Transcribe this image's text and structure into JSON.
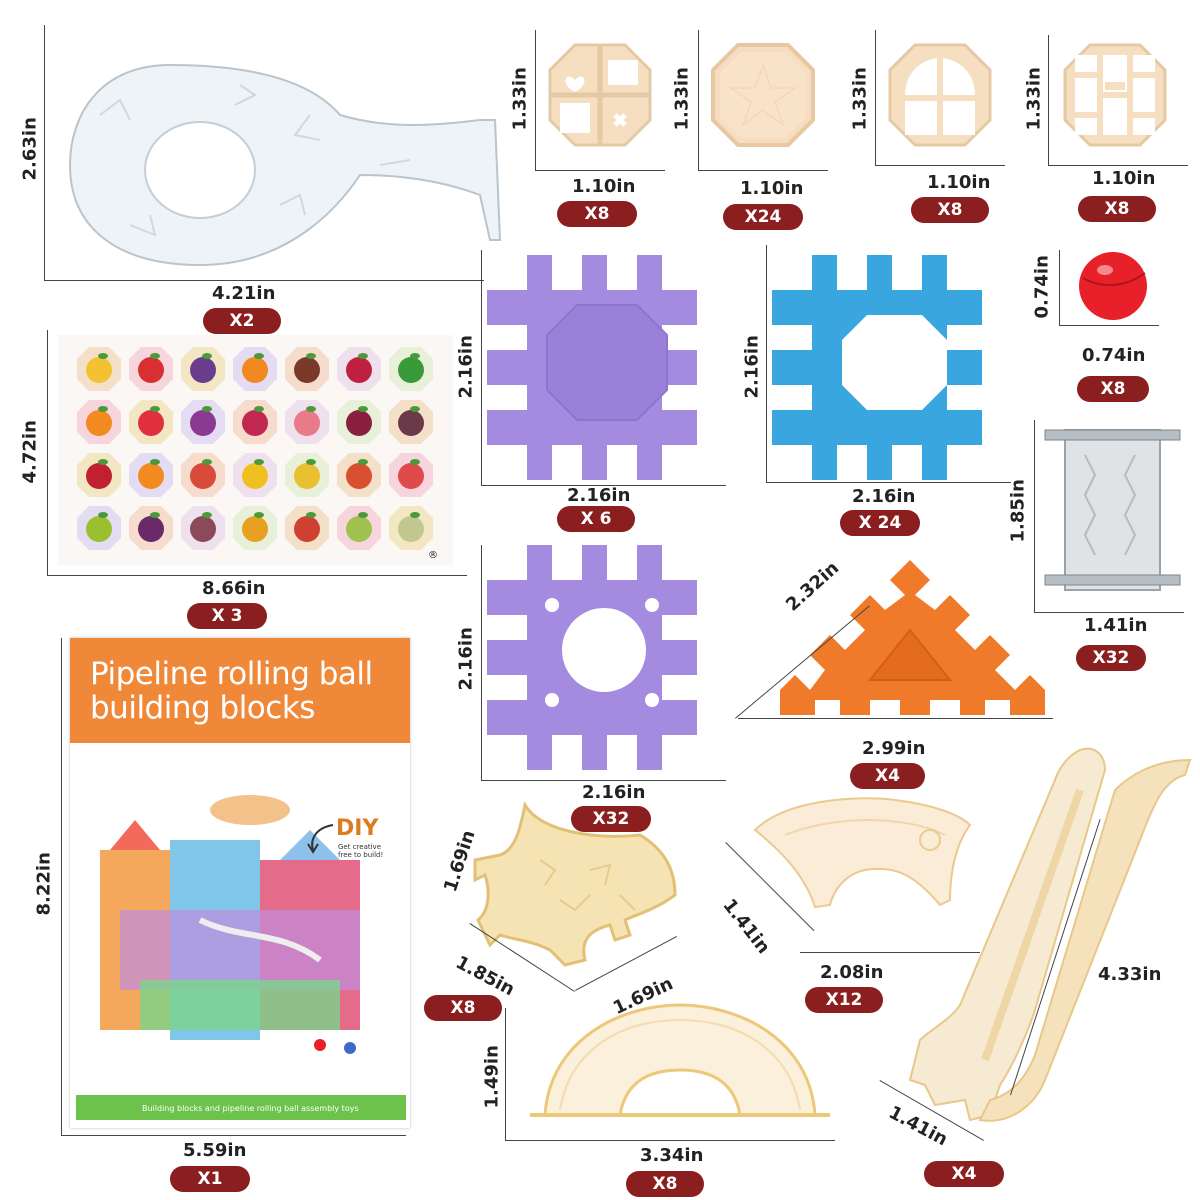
{
  "parts": {
    "funnel": {
      "dim_w": "4.21in",
      "dim_h": "2.63in",
      "qty": "X2"
    },
    "tile_heart": {
      "dim_w": "1.10in",
      "dim_h": "1.33in",
      "qty": "X8"
    },
    "tile_star": {
      "dim_w": "1.10in",
      "dim_h": "1.33in",
      "qty": "X24"
    },
    "tile_window": {
      "dim_w": "1.10in",
      "dim_h": "1.33in",
      "qty": "X8"
    },
    "tile_maze": {
      "dim_w": "1.10in",
      "dim_h": "1.33in",
      "qty": "X8"
    },
    "ball": {
      "dim_w": "0.74in",
      "dim_h": "0.74in",
      "qty": "X8"
    },
    "stickers": {
      "dim_w": "8.66in",
      "dim_h": "4.72in",
      "qty": "X 3"
    },
    "purple_block": {
      "dim_w": "2.16in",
      "dim_h": "2.16in",
      "qty": "X 6"
    },
    "blue_block": {
      "dim_w": "2.16in",
      "dim_h": "2.16in",
      "qty": "X 24"
    },
    "tube": {
      "dim_w": "1.41in",
      "dim_h": "1.85in",
      "qty": "X32"
    },
    "purple_hole_block": {
      "dim_w": "2.16in",
      "dim_h": "2.16in",
      "qty": "X32"
    },
    "triangle": {
      "dim_w": "2.99in",
      "dim_h": "2.32in",
      "qty": "X4"
    },
    "booklet": {
      "dim_w": "5.59in",
      "dim_h": "8.22in",
      "qty": "X1"
    },
    "corner_track": {
      "dim_a": "1.69in",
      "dim_b": "1.85in",
      "dim_c": "1.69in",
      "qty": "X8"
    },
    "curve_track": {
      "dim_w": "2.08in",
      "dim_h": "1.41in",
      "qty": "X12"
    },
    "slide": {
      "dim_len": "4.33in",
      "dim_w": "1.41in",
      "qty": "X4"
    },
    "arch_track": {
      "dim_w": "3.34in",
      "dim_h": "1.49in",
      "qty": "X8"
    }
  },
  "booklet": {
    "title_line1": "Pipeline rolling ball",
    "title_line2": "building blocks",
    "diy": "DIY",
    "diy_sub": "Get creative free to build!",
    "footer": "Building blocks and pipeline rolling ball assembly toys"
  },
  "colors": {
    "qty_badge": "#8b1e1e",
    "purple": "#a58be0",
    "blue": "#3aa6df",
    "orange": "#ef7b2a",
    "cream": "#f6dfc0",
    "ball_red": "#e8202a",
    "booklet_orange": "#f0883a",
    "booklet_green": "#6cc24a"
  }
}
